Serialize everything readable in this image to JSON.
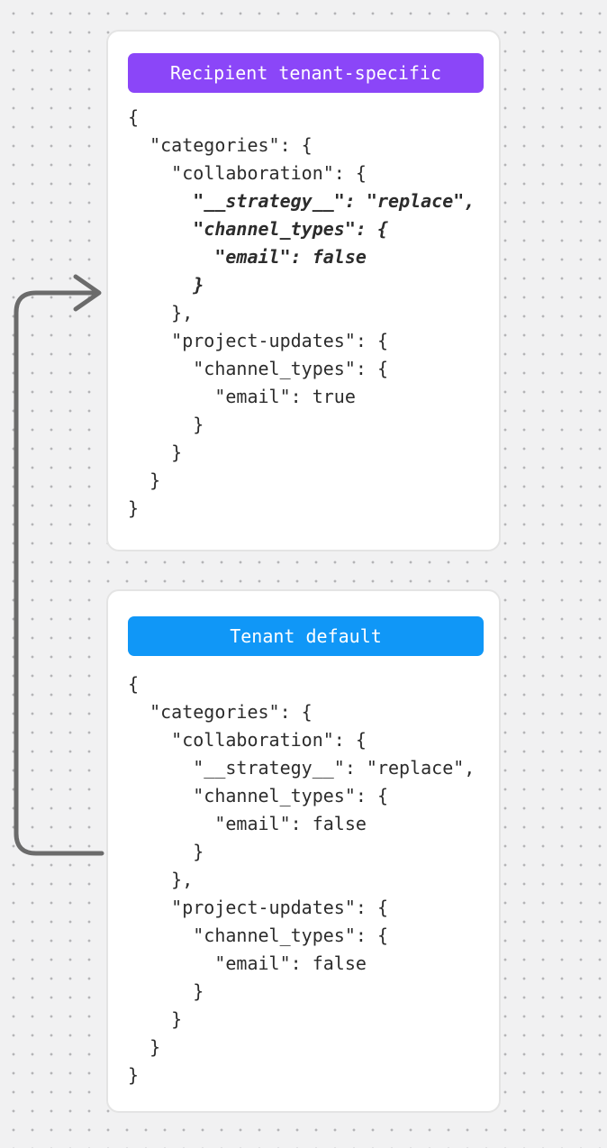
{
  "background": {
    "base_color": "#f1f1f2",
    "dot_color": "#b4b4b6"
  },
  "arrow": {
    "color": "#6b6b6b",
    "description": "curved connector from Tenant default card up to Recipient tenant-specific card"
  },
  "cards": [
    {
      "badge": {
        "label": "Recipient tenant-specific",
        "color": "#8b46f8"
      },
      "code_lines": [
        {
          "t": "{",
          "em": false
        },
        {
          "t": "  \"categories\": {",
          "em": false
        },
        {
          "t": "    \"collaboration\": {",
          "em": false
        },
        {
          "t": "      \"__strategy__\": \"replace\",",
          "em": true
        },
        {
          "t": "      \"channel_types\": {",
          "em": true
        },
        {
          "t": "        \"email\": false",
          "em": true
        },
        {
          "t": "      }",
          "em": true
        },
        {
          "t": "    },",
          "em": false
        },
        {
          "t": "    \"project-updates\": {",
          "em": false
        },
        {
          "t": "      \"channel_types\": {",
          "em": false
        },
        {
          "t": "        \"email\": true",
          "em": false
        },
        {
          "t": "      }",
          "em": false
        },
        {
          "t": "    }",
          "em": false
        },
        {
          "t": "  }",
          "em": false
        },
        {
          "t": "}",
          "em": false
        }
      ]
    },
    {
      "badge": {
        "label": "Tenant default",
        "color": "#1097f7"
      },
      "code_lines": [
        {
          "t": "{",
          "em": false
        },
        {
          "t": "  \"categories\": {",
          "em": false
        },
        {
          "t": "    \"collaboration\": {",
          "em": false
        },
        {
          "t": "      \"__strategy__\": \"replace\",",
          "em": false
        },
        {
          "t": "      \"channel_types\": {",
          "em": false
        },
        {
          "t": "        \"email\": false",
          "em": false
        },
        {
          "t": "      }",
          "em": false
        },
        {
          "t": "    },",
          "em": false
        },
        {
          "t": "    \"project-updates\": {",
          "em": false
        },
        {
          "t": "      \"channel_types\": {",
          "em": false
        },
        {
          "t": "        \"email\": false",
          "em": false
        },
        {
          "t": "      }",
          "em": false
        },
        {
          "t": "    }",
          "em": false
        },
        {
          "t": "  }",
          "em": false
        },
        {
          "t": "}",
          "em": false
        }
      ]
    }
  ]
}
